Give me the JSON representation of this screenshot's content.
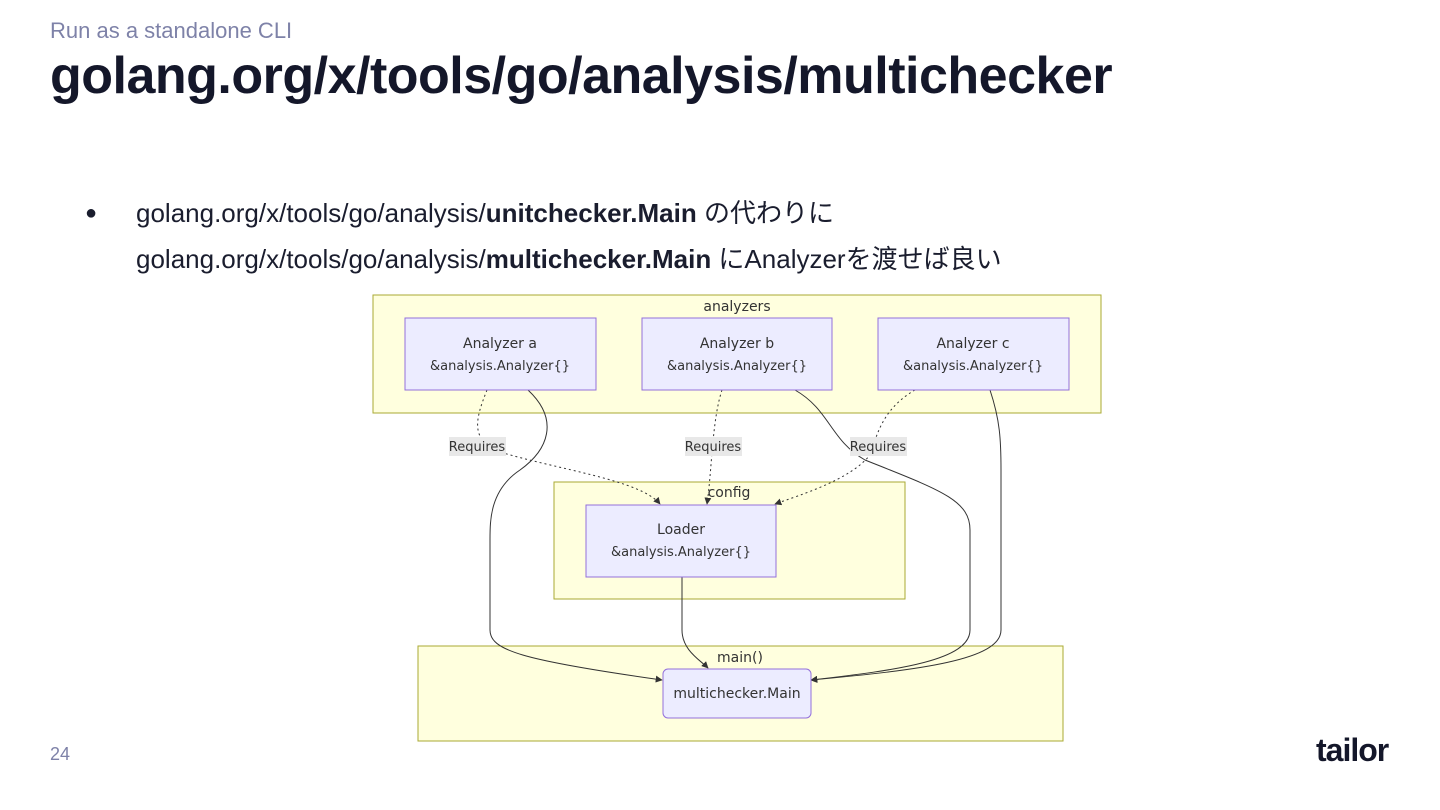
{
  "header": {
    "subtitle": "Run as a standalone CLI",
    "title": "golang.org/x/tools/go/analysis/multichecker"
  },
  "bullet": {
    "marker": "●",
    "line1_prefix": "golang.org/x/tools/go/analysis/",
    "line1_bold": "unitchecker.Main",
    "line1_suffix": " の代わりに",
    "line2_prefix": "golang.org/x/tools/go/analysis/",
    "line2_bold": "multichecker.Main",
    "line2_suffix": " にAnalyzerを渡せば良い"
  },
  "diagram": {
    "groups": {
      "analyzers": "analyzers",
      "config": "config",
      "main": "main()"
    },
    "nodes": {
      "analyzer_a": {
        "line1": "Analyzer a",
        "line2": "&analysis.Analyzer{}"
      },
      "analyzer_b": {
        "line1": "Analyzer b",
        "line2": "&analysis.Analyzer{}"
      },
      "analyzer_c": {
        "line1": "Analyzer c",
        "line2": "&analysis.Analyzer{}"
      },
      "loader": {
        "line1": "Loader",
        "line2": "&analysis.Analyzer{}"
      },
      "multichecker": {
        "line1": "multichecker.Main"
      }
    },
    "edge_labels": {
      "requires_a": "Requires",
      "requires_b": "Requires",
      "requires_c": "Requires"
    },
    "colors": {
      "group_fill": "#ffffde",
      "group_stroke": "#aaaa33",
      "node_fill": "#ececff",
      "node_stroke": "#9370db",
      "edge": "#333333",
      "label_bg": "#e8e8e8"
    }
  },
  "footer": {
    "page_number": "24",
    "logo": "tailor"
  }
}
